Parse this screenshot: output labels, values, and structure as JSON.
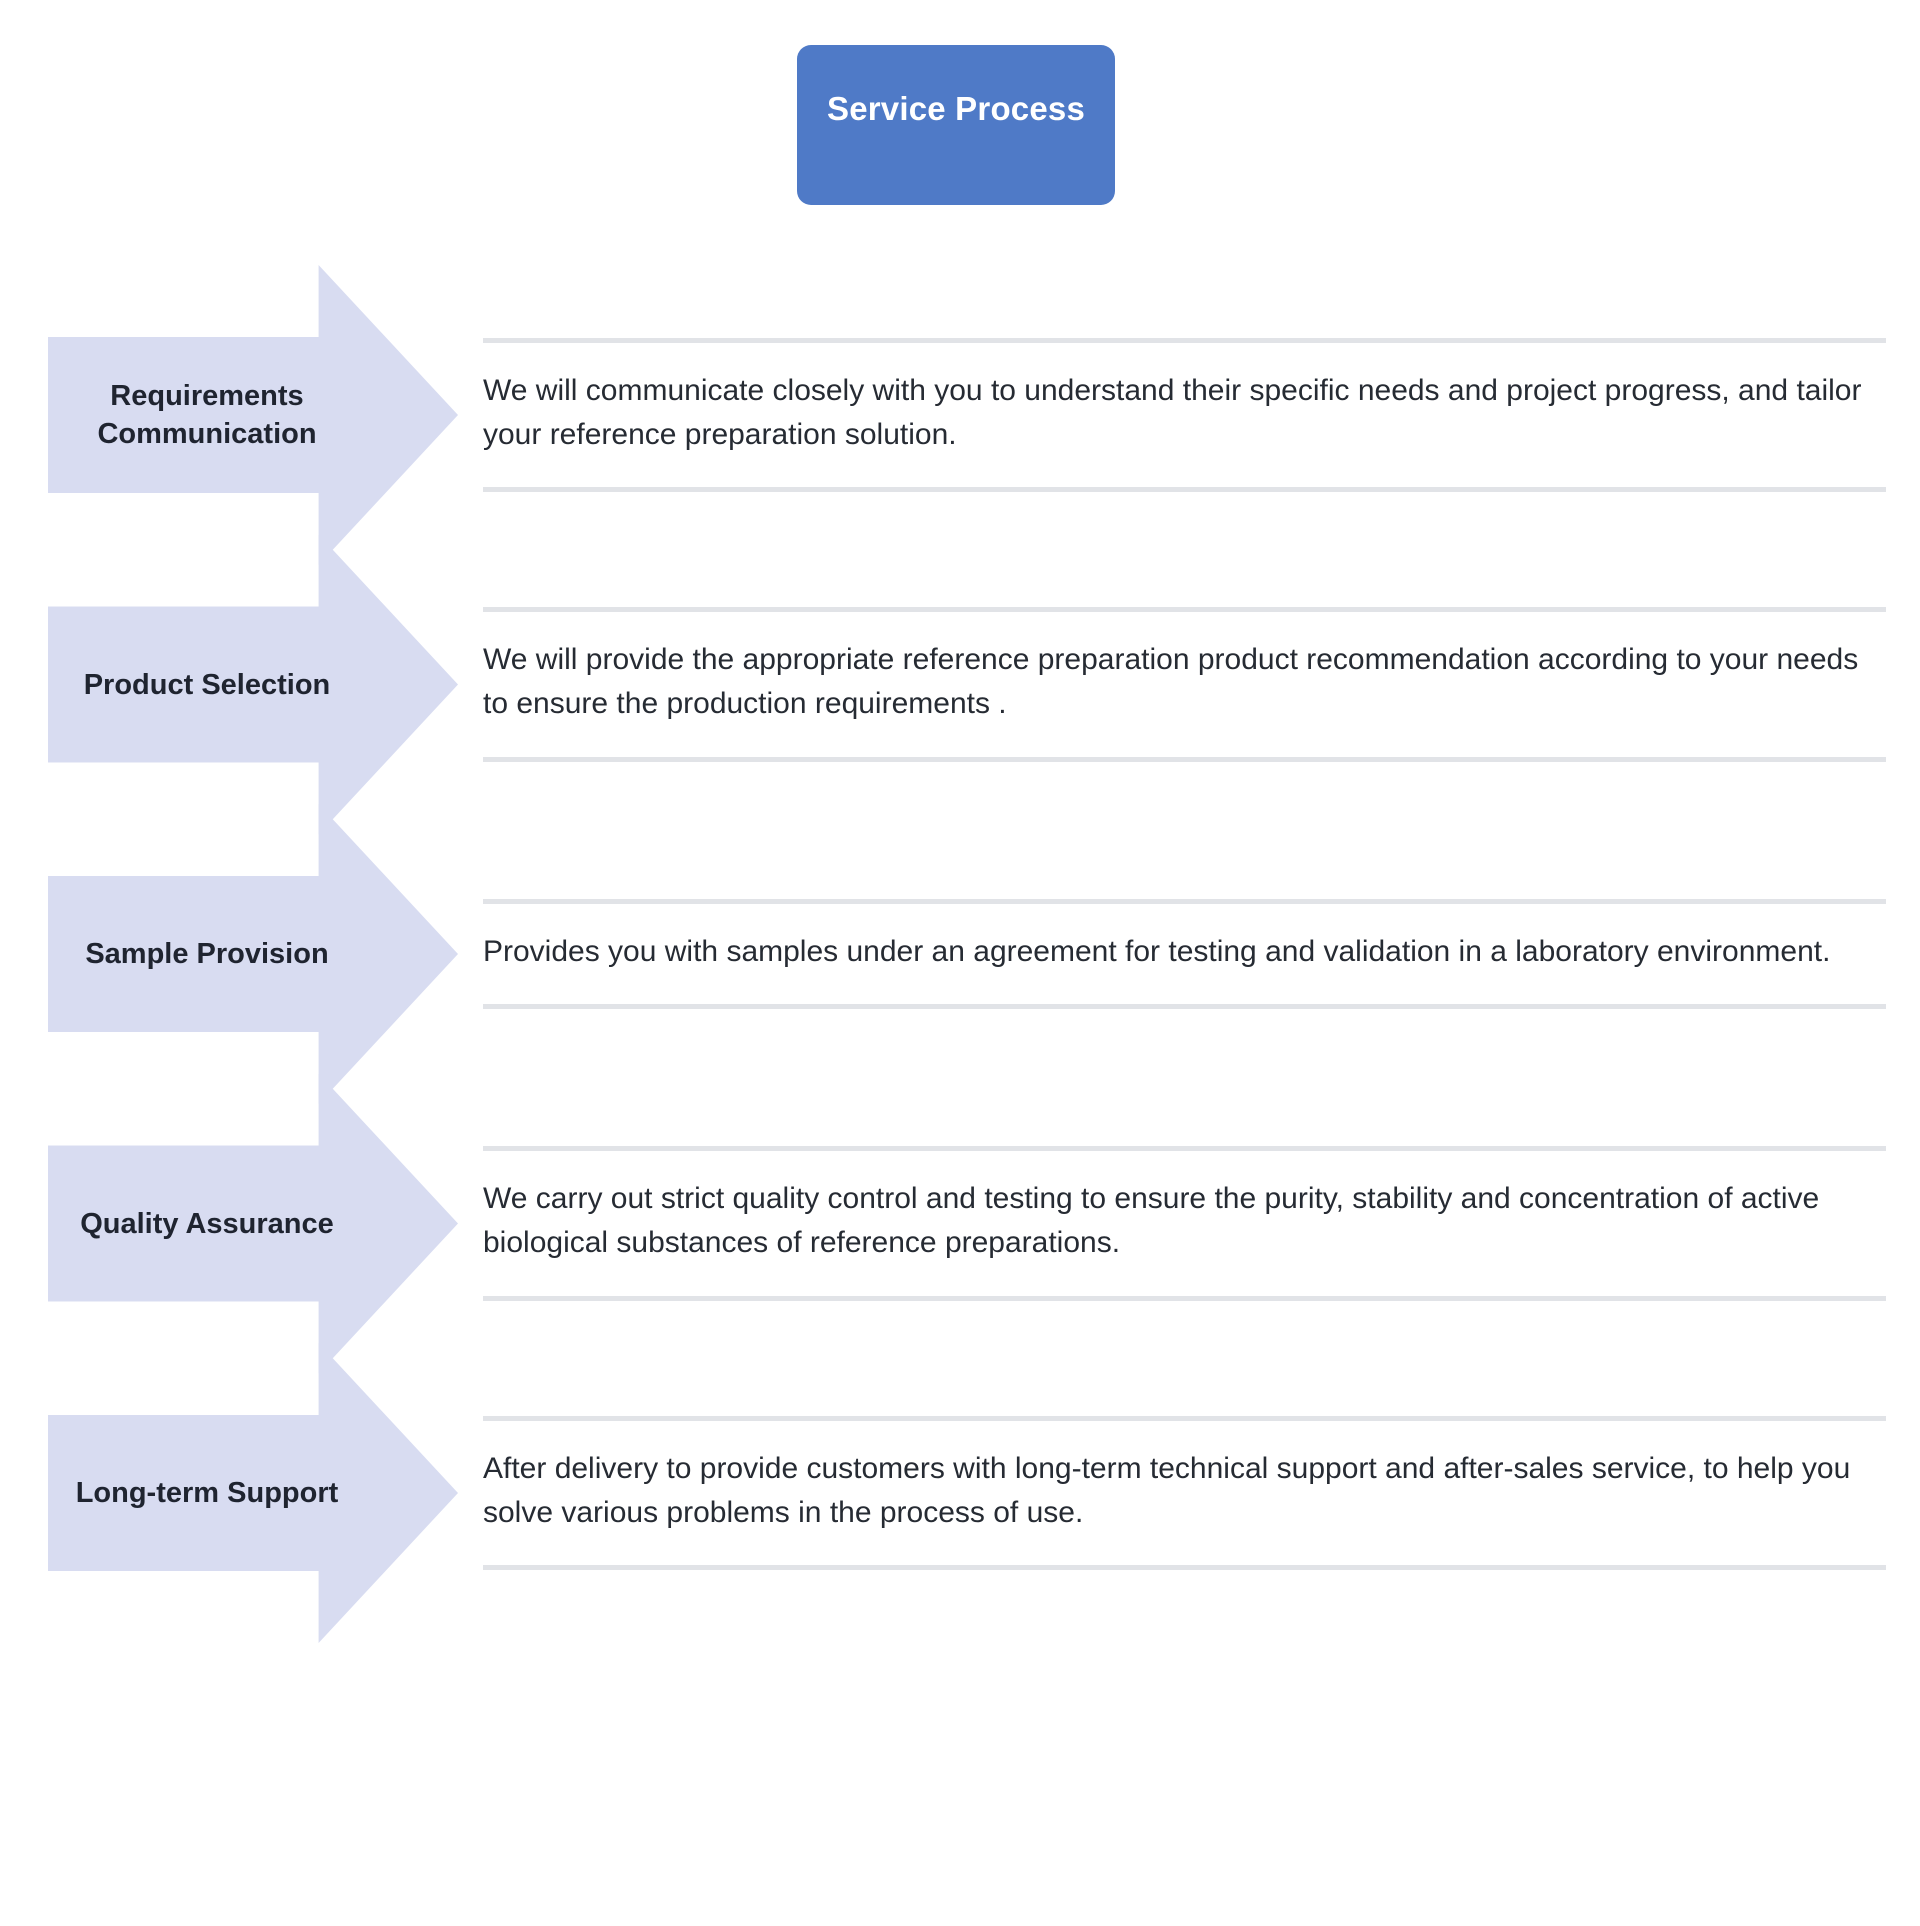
{
  "header": {
    "title": "Service Process",
    "background_color": "#4F7AC7",
    "text_color": "#FFFFFF"
  },
  "theme": {
    "arrow_color": "#D8DCF1",
    "arrow_label_color": "#1F2430",
    "rule_color": "#E1E3E7",
    "body_text_color": "#262B33",
    "page_background": "#FFFFFF"
  },
  "process": {
    "steps": [
      {
        "label": "Requirements Communication",
        "description": "We will communicate closely with you to understand their specific needs and project progress, and tailor your reference preparation solution."
      },
      {
        "label": "Product Selection",
        "description": "We will provide the appropriate reference preparation product recommendation according to your needs to ensure the  production requirements ."
      },
      {
        "label": "Sample Provision",
        "description": "Provides you with samples under an agreement for testing and validation in a laboratory environment."
      },
      {
        "label": "Quality Assurance",
        "description": "We carry out strict quality control and testing to ensure the purity, stability and concentration of active biological substances of reference preparations."
      },
      {
        "label": "Long-term Support",
        "description": "After delivery to provide customers with long-term technical support and after-sales service, to help you solve various problems in the process of use."
      }
    ]
  }
}
